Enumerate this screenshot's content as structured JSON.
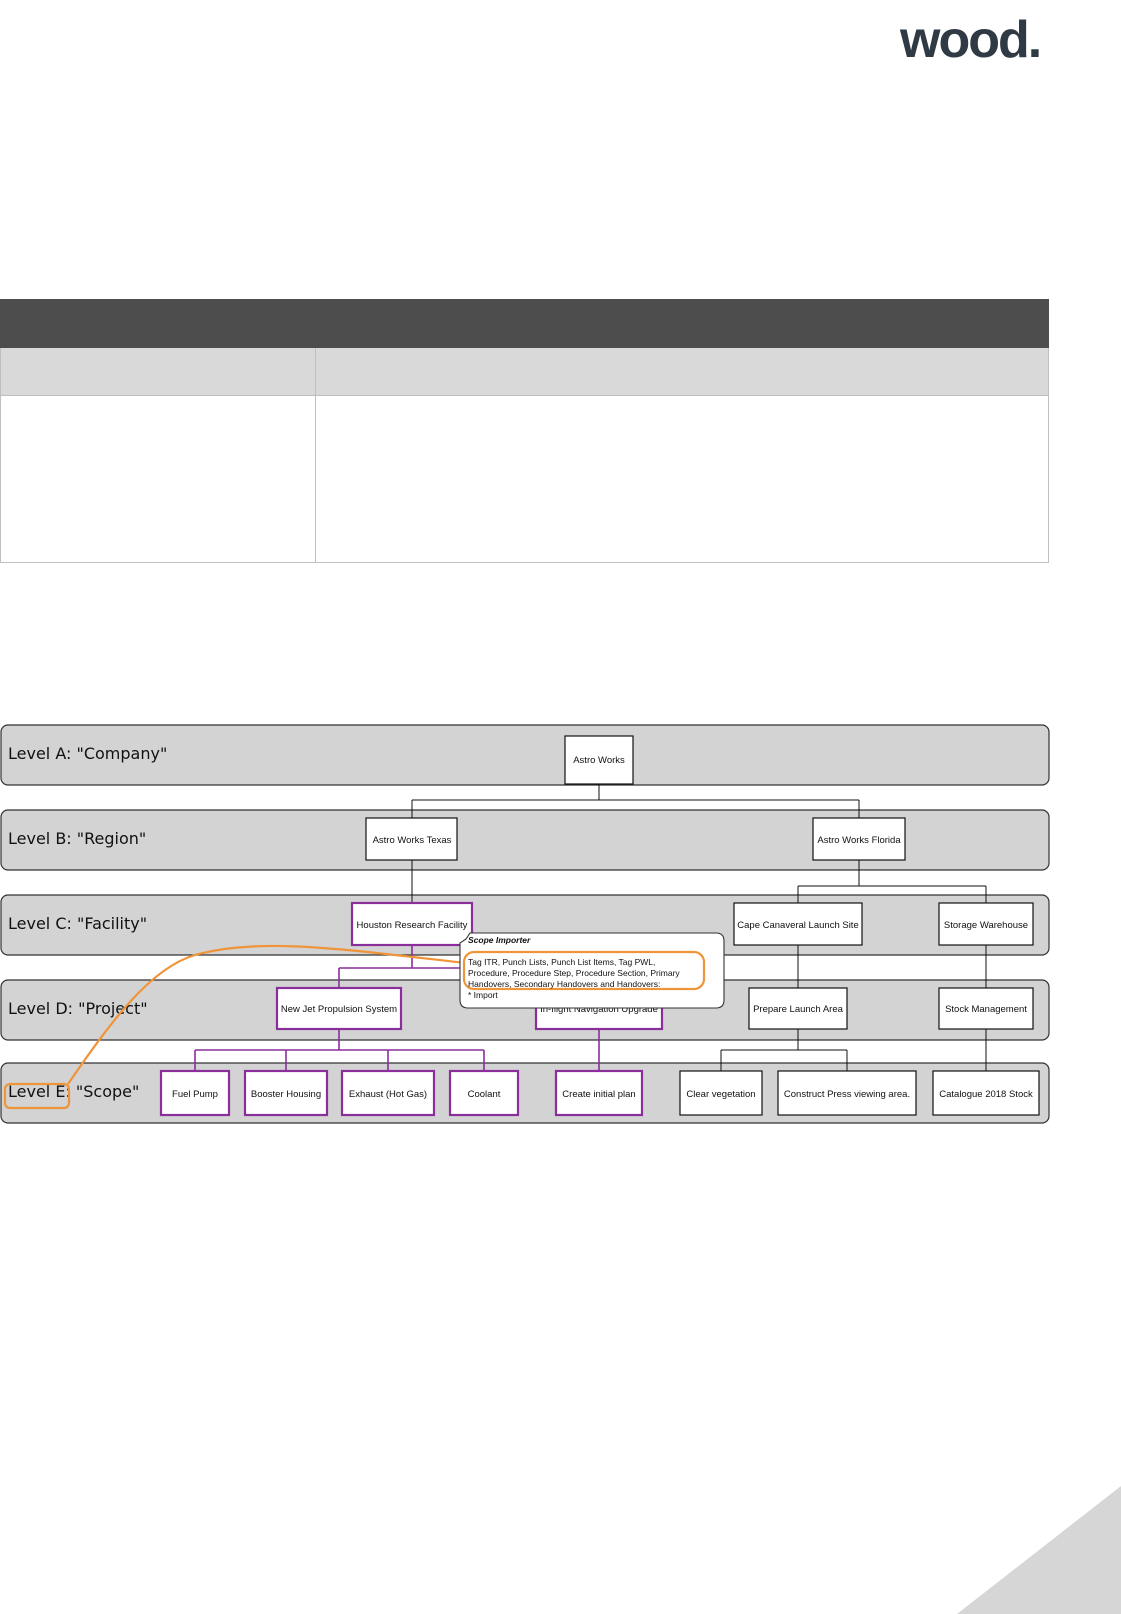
{
  "logo": {
    "text": "wood."
  },
  "diagram": {
    "levels": [
      {
        "label": "Level A: \"Company\""
      },
      {
        "label": "Level B: \"Region\""
      },
      {
        "label": "Level C: \"Facility\""
      },
      {
        "label": "Level D: \"Project\""
      },
      {
        "label": "Level E: \"Scope\""
      }
    ],
    "nodes": {
      "company": {
        "label": "Astro Works"
      },
      "region_texas": {
        "label": "Astro Works Texas"
      },
      "region_florida": {
        "label": "Astro Works Florida"
      },
      "facility_houston": {
        "label": "Houston Research Facility"
      },
      "facility_cape": {
        "label": "Cape Canaveral Launch Site"
      },
      "facility_storage": {
        "label": "Storage Warehouse"
      },
      "project_jet": {
        "label": "New Jet Propulsion System"
      },
      "project_nav": {
        "label": "In-flight Navigation Upgrade"
      },
      "project_launch": {
        "label": "Prepare Launch Area"
      },
      "project_stock": {
        "label": "Stock Management"
      },
      "scope_fuel": {
        "label": "Fuel Pump"
      },
      "scope_booster": {
        "label": "Booster Housing"
      },
      "scope_exhaust": {
        "label": "Exhaust (Hot Gas)"
      },
      "scope_coolant": {
        "label": "Coolant"
      },
      "scope_plan": {
        "label": "Create initial plan"
      },
      "scope_vegetation": {
        "label": "Clear vegetation"
      },
      "scope_press": {
        "label": "Construct Press viewing area."
      },
      "scope_catalogue": {
        "label": "Catalogue 2018 Stock"
      }
    },
    "tooltip": {
      "title": "Scope Importer",
      "lines": [
        "Tag ITR, Punch Lists, Punch List Items, Tag PWL,",
        "Procedure, Procedure Step, Procedure Section, Primary",
        "Handovers, Secondary Handovers and Handovers:",
        "* Import"
      ]
    },
    "colors": {
      "band_fill": "#d3d3d3",
      "highlight_purple": "#8a2e9c",
      "annotation_orange": "#f0943a"
    }
  }
}
